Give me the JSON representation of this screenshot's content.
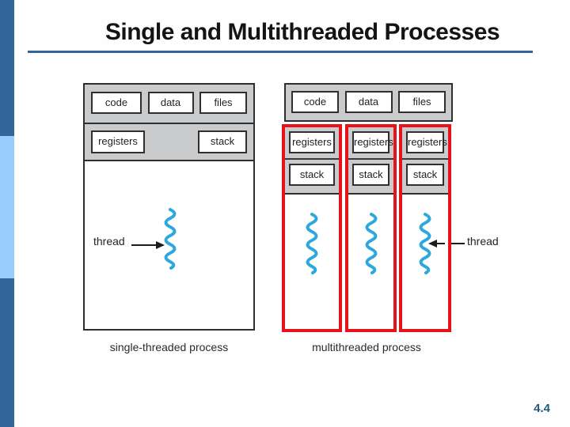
{
  "slide": {
    "title": "Single and Multithreaded Processes",
    "page_number": "4.4"
  },
  "colors": {
    "accent_blue": "#32669A",
    "sidebar_light_blue": "#99CCFF",
    "highlight_red": "#E8131A",
    "thread_cyan": "#2CA8DC",
    "page_number_color": "#1E5C7E",
    "band_gray": "#C9CBCD"
  },
  "single_process": {
    "memory_boxes": [
      "code",
      "data",
      "files"
    ],
    "context_boxes": [
      "registers",
      "stack"
    ],
    "thread_label": "thread",
    "caption": "single-threaded process"
  },
  "multi_process": {
    "memory_boxes": [
      "code",
      "data",
      "files"
    ],
    "thread_columns": [
      {
        "registers": "registers",
        "stack": "stack"
      },
      {
        "registers": "registers",
        "stack": "stack"
      },
      {
        "registers": "registers",
        "stack": "stack"
      }
    ],
    "thread_label": "thread",
    "caption": "multithreaded process"
  }
}
